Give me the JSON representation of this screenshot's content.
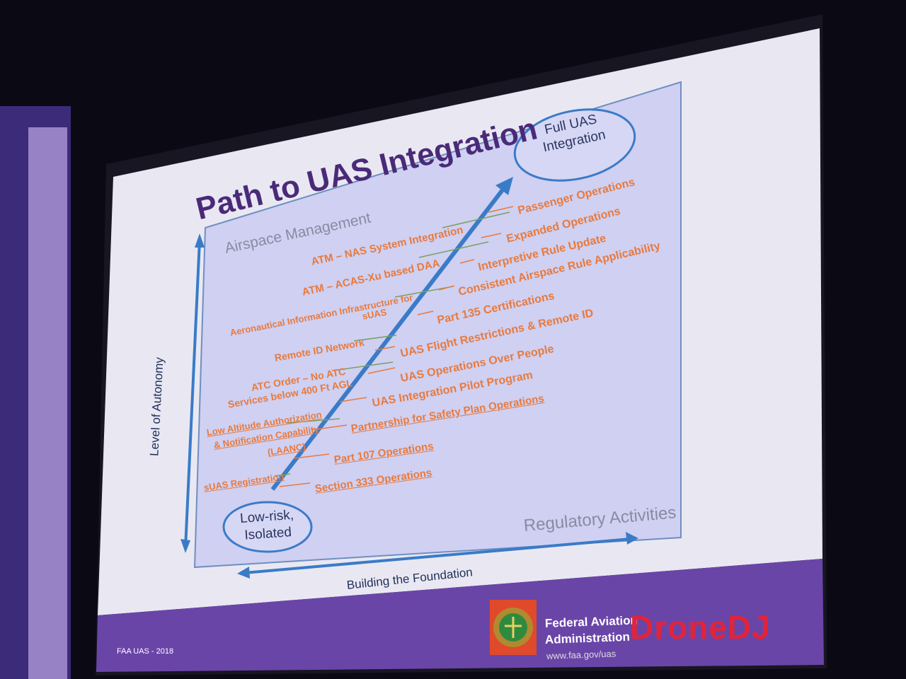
{
  "slide": {
    "title": "Path to UAS Integration",
    "quadrant_top_label": "Airspace Management",
    "quadrant_bottom_label": "Regulatory Activities",
    "y_axis_label": "Level of Autonomy",
    "x_axis_label": "Building the Foundation",
    "start_node": "Low-risk, Isolated",
    "end_node": "Full UAS Integration",
    "airspace_items": [
      "ATM – NAS System Integration",
      "ATM – ACAS-Xu based DAA",
      "Aeronautical Information Infrastructure for",
      "sUAS",
      "Remote ID Network",
      "ATC Order – No ATC",
      "Services below 400 Ft AGL",
      "Low Altitude Authorization",
      "& Notification Capability",
      "(LAANC)",
      "sUAS Registration"
    ],
    "regulatory_items": [
      "Passenger Operations",
      "Expanded Operations",
      "Interpretive Rule Update",
      "Consistent Airspace Rule Applicability",
      "Part 135 Certifications",
      "UAS Flight Restrictions & Remote ID",
      "UAS Operations Over People",
      "UAS Integration Pilot Program",
      "Partnership for Safety Plan Operations",
      "Part 107 Operations",
      "Section 333 Operations"
    ],
    "footer": {
      "event": "FAA UAS - 2018",
      "org_line1": "Federal Aviation",
      "org_line2": "Administration",
      "url": "www.faa.gov/uas"
    }
  },
  "watermark": "DroneDJ",
  "colors": {
    "purple_band": "#6a45a8",
    "title": "#4a2a78",
    "orange": "#e87a3e",
    "arrow_blue": "#3a7bc8",
    "watermark": "#e0243a"
  }
}
